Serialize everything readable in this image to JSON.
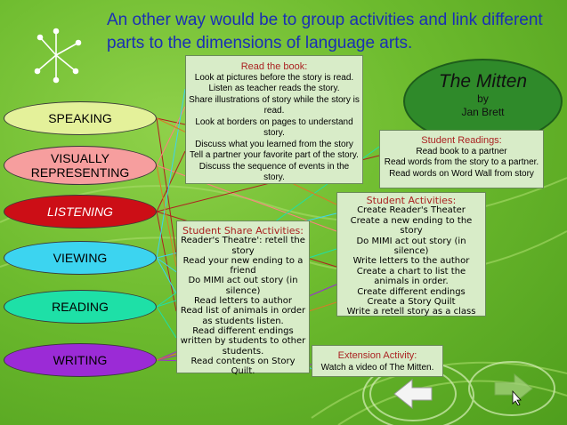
{
  "title": "An other way would be to group activities and link different parts to the dimensions of language arts.",
  "ovals": [
    {
      "label": "SPEAKING",
      "color": "#e4f19a"
    },
    {
      "label": "VISUALLY REPRESENTING",
      "color": "#f69e9e"
    },
    {
      "label": "LISTENING",
      "color": "#cc0e16"
    },
    {
      "label": "VIEWING",
      "color": "#3cd4f0"
    },
    {
      "label": "READING",
      "color": "#1ee0a7"
    },
    {
      "label": "WRITING",
      "color": "#9b2bd6"
    }
  ],
  "read_book": {
    "heading": "Read the book:",
    "lines": [
      "Look at pictures before the story is read.",
      "Listen  as teacher reads the story.",
      "Share illustrations of story while the story is read.",
      "Look at borders on pages to understand story.",
      "Discuss what you learned from the story",
      "Tell a partner your favorite part of the story.",
      "Discuss the sequence of events in the story."
    ]
  },
  "mitten": {
    "title": "The Mitten",
    "by": "by",
    "author": "Jan Brett"
  },
  "student_readings": {
    "heading": "Student Readings:",
    "lines": [
      "Read book to a partner",
      "Read words from the story to a partner.",
      "Read words on Word Wall from story"
    ]
  },
  "student_activities": {
    "heading": "Student Activities:",
    "lines": [
      "Create Reader's Theater",
      "Create a new ending to the story",
      "Do MIMI act out story (in silence)",
      "Write letters to the author",
      "Create a chart to list the animals in order.",
      "Create different endings",
      "Create a Story Quilt",
      "Write a retell story as a class"
    ]
  },
  "student_share": {
    "heading": "Student Share Activities:",
    "lines": [
      "Reader's Theatre': retell the story",
      "Read your new ending to a friend",
      "Do MIMI act out story (in silence)",
      "Read letters to author",
      "Read list of animals in order as students listen.",
      "Read different endings written by students to other students.",
      "Read contents on Story Quilt."
    ]
  },
  "extension": {
    "heading": "Extension Activity:",
    "line": "Watch a video of The Mitten."
  },
  "nav": {
    "back_icon": "arrow-left-icon",
    "forward_icon": "arrow-right-icon"
  }
}
